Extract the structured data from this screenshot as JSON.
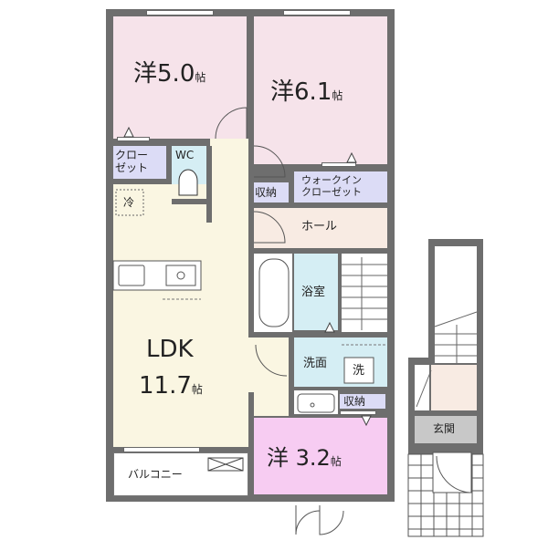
{
  "floorplan": {
    "rooms": [
      {
        "id": "western-5",
        "type": "洋",
        "size": "5.0",
        "unit": "帖"
      },
      {
        "id": "western-6",
        "type": "洋",
        "size": "6.1",
        "unit": "帖"
      },
      {
        "id": "ldk",
        "type": "LDK",
        "size": "11.7",
        "unit": "帖"
      },
      {
        "id": "western-3",
        "type": "洋",
        "size": "3.2",
        "unit": "帖"
      }
    ],
    "labels": {
      "closet_line1": "クロー",
      "closet_line2": "ゼット",
      "wc": "WC",
      "fridge": "冷",
      "storage1": "収納",
      "walkin_line1": "ウォークイン",
      "walkin_line2": "クローゼット",
      "hall": "ホール",
      "bath": "浴室",
      "washroom": "洗面",
      "washer": "洗",
      "storage2": "収納",
      "balcony": "バルコニー",
      "entrance": "玄関"
    },
    "colors": {
      "wall": "#6e6e6e",
      "bedroom": "#f6e3ea",
      "bedroom_small": "#f7ccf2",
      "ldk": "#faf6e2",
      "closet": "#dcdcf6",
      "wet_area": "#d5eef4",
      "hall": "#f8ebe3",
      "entrance": "#c8c8c8"
    }
  }
}
